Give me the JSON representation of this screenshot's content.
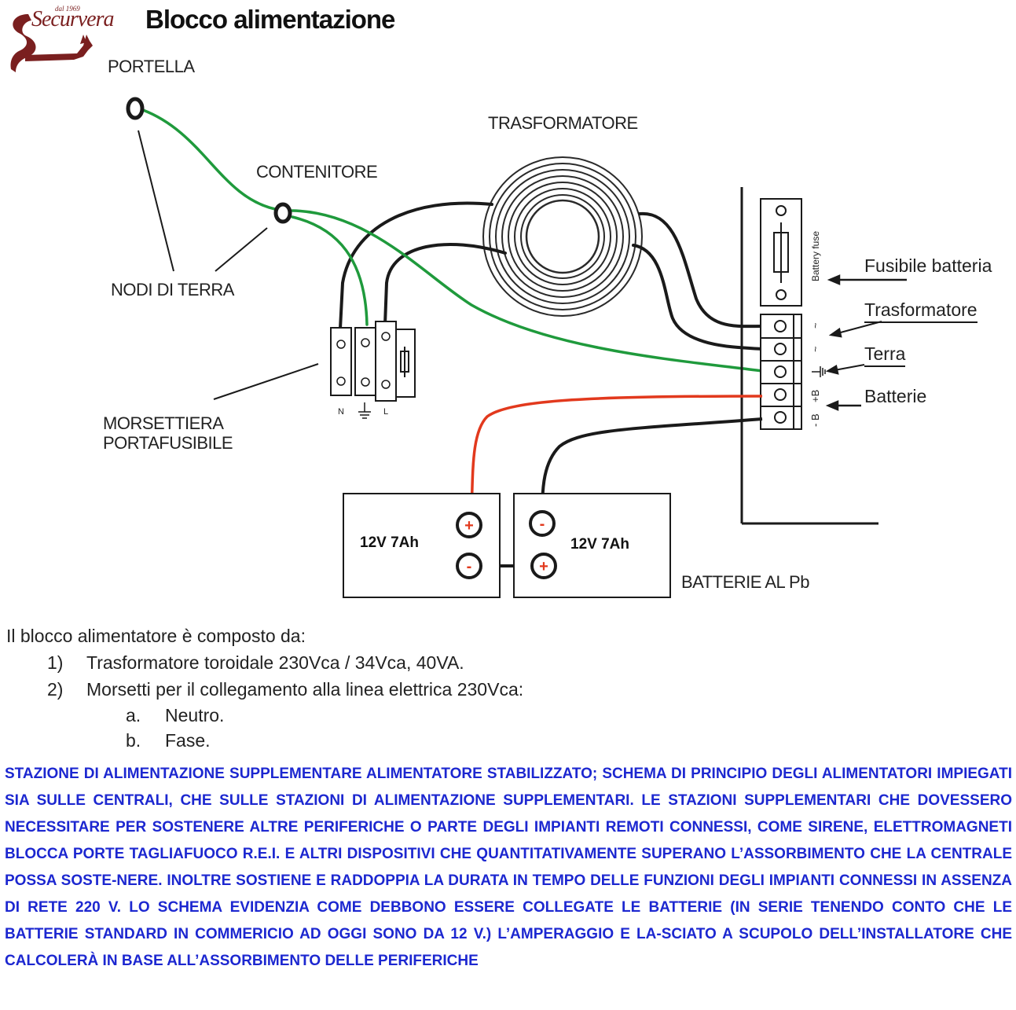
{
  "logo": {
    "year": "dal 1969",
    "brand": "Securvera"
  },
  "title": "Blocco alimentazione",
  "diagram": {
    "labels": {
      "portella": "PORTELLA",
      "contenitore": "CONTENITORE",
      "trasformatore": "TRASFORMATORE",
      "nodi_di_terra": "NODI DI TERRA",
      "morsettiera_1": "MORSETTIERA",
      "morsettiera_2": "PORTAFUSIBILE",
      "batterie_al_pb": "BATTERIE AL Pb"
    },
    "terminal_block_labels": {
      "n": "N",
      "l": "L"
    },
    "board_side_labels": {
      "battery_fuse": "Battery fuse",
      "t1": "~",
      "t2": "~",
      "b_plus": "+B",
      "b_minus": "- B"
    },
    "right_labels": {
      "fusibile_batteria": "Fusibile batteria",
      "trasformatore": "Trasformatore",
      "terra": "Terra",
      "batterie": "Batterie"
    },
    "batteries": [
      {
        "label": "12V  7Ah",
        "terminals": [
          "+",
          "-"
        ]
      },
      {
        "label": "12V  7Ah",
        "terminals": [
          "-",
          "+"
        ]
      }
    ],
    "wire_colors": {
      "ground": "#1f9a3c",
      "positive": "#e2391d",
      "negative": "#1a1a1a"
    }
  },
  "description": {
    "intro": "Il blocco alimentatore è composto da:",
    "items": [
      {
        "num": "1)",
        "text": "Trasformatore toroidale 230Vca / 34Vca, 40VA."
      },
      {
        "num": "2)",
        "text": "Morsetti per il collegamento alla linea elettrica 230Vca:"
      }
    ],
    "subitems": [
      {
        "letter": "a.",
        "text": "Neutro."
      },
      {
        "letter": "b.",
        "text": "Fase."
      }
    ]
  },
  "note": "STAZIONE DI ALIMENTAZIONE SUPPLEMENTARE ALIMENTATORE STABILIZZATO; SCHEMA DI PRINCIPIO DEGLI ALIMENTATORI IMPIEGATI SIA SULLE CENTRALI, CHE SULLE STAZIONI DI ALIMENTAZIONE SUPPLEMENTARI. LE STAZIONI SUPPLEMENTARI CHE DOVESSERO NECESSITARE PER SOSTENERE ALTRE PERIFERICHE O PARTE DEGLI IMPIANTI REMOTI CONNESSI, COME SIRENE, ELETTROMAGNETI BLOCCA PORTE TAGLIAFUOCO R.E.I. E ALTRI DISPOSITIVI CHE QUANTITATIVAMENTE SUPERANO L’ASSORBIMENTO CHE LA CENTRALE POSSA SOSTE-NERE. INOLTRE SOSTIENE E RADDOPPIA LA DURATA IN TEMPO DELLE FUNZIONI DEGLI IMPIANTI CONNESSI IN ASSENZA DI RETE 220 V. LO SCHEMA EVIDENZIA COME DEBBONO ESSERE COLLEGATE LE BATTERIE (IN SERIE TENENDO CONTO CHE LE BATTERIE STANDARD IN COMMERICIO AD OGGI SONO DA 12 V.) L’AMPERAGGIO E LA-SCIATO A SCUPOLO DELL’INSTALLATORE CHE CALCOLERÀ IN BASE ALL’ASSORBIMENTO DELLE PERIFERICHE"
}
